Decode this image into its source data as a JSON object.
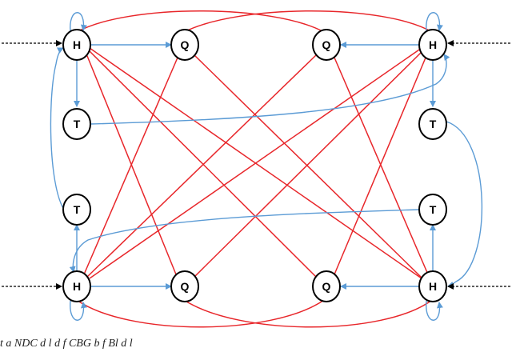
{
  "diagram": {
    "nodes": [
      {
        "id": "h_tl",
        "label": "H"
      },
      {
        "id": "q_tl",
        "label": "Q"
      },
      {
        "id": "q_tr",
        "label": "Q"
      },
      {
        "id": "h_tr",
        "label": "H"
      },
      {
        "id": "t_l1",
        "label": "T"
      },
      {
        "id": "t_r1",
        "label": "T"
      },
      {
        "id": "t_l2",
        "label": "T"
      },
      {
        "id": "t_r2",
        "label": "T"
      },
      {
        "id": "h_bl",
        "label": "H"
      },
      {
        "id": "q_bl",
        "label": "Q"
      },
      {
        "id": "q_br",
        "label": "Q"
      },
      {
        "id": "h_br",
        "label": "H"
      }
    ],
    "colors": {
      "red_edge": "#e8262a",
      "blue_edge": "#5b9bd5",
      "node_stroke": "#000000",
      "dashed_input": "#000000"
    }
  },
  "caption": "t a NDC d l d f CBG b f Bl d l"
}
